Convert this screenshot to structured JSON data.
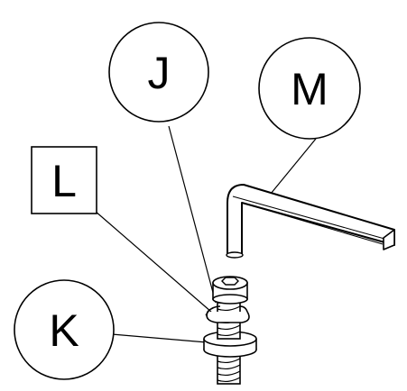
{
  "callouts": {
    "J": {
      "label": "J"
    },
    "M": {
      "label": "M"
    },
    "L": {
      "label": "L"
    },
    "K": {
      "label": "K"
    }
  },
  "colors": {
    "stroke": "#000000",
    "background": "#ffffff",
    "part_fill": "#ffffff"
  }
}
